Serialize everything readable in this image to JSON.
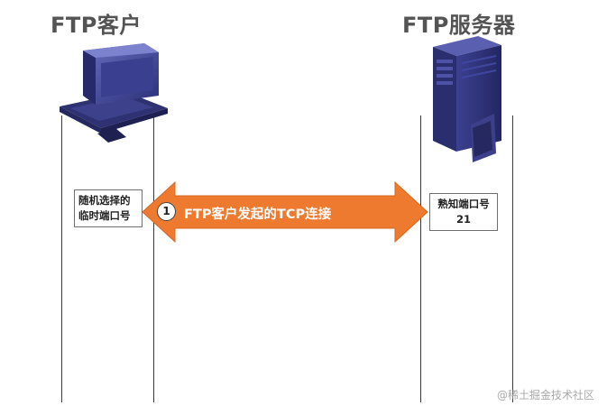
{
  "client": {
    "title": "FTP客户",
    "port_line1": "随机选择的",
    "port_line2": "临时端口号"
  },
  "server": {
    "title": "FTP服务器",
    "port_line1": "熟知端口号",
    "port_line2": "21"
  },
  "connection": {
    "step": "1",
    "label": "FTP客户发起的TCP连接",
    "color": "#ee7a30"
  },
  "watermark": "@稀土掘金技术社区",
  "icons": [
    "desktop-computer-icon",
    "tower-server-icon",
    "double-arrow-icon"
  ]
}
